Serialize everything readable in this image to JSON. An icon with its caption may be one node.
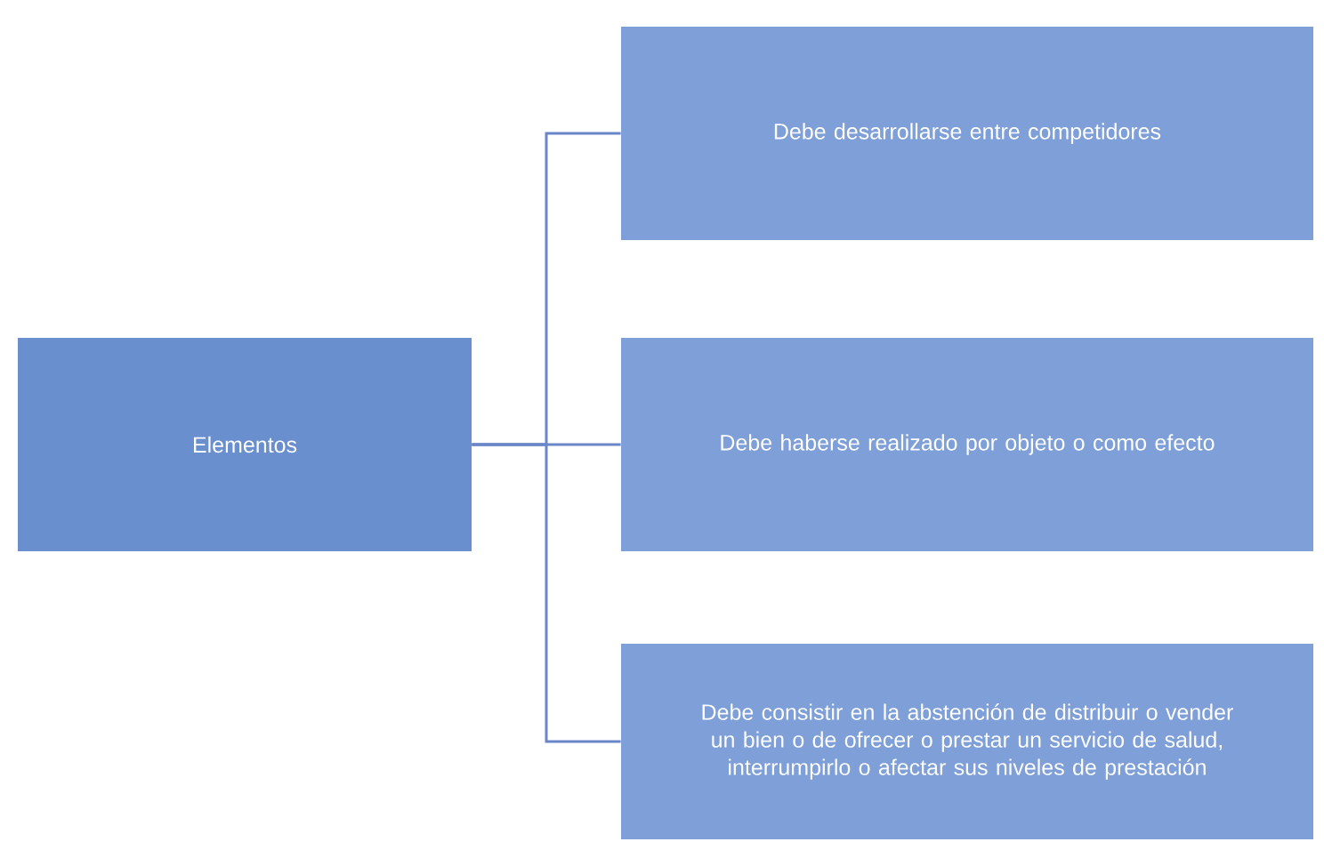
{
  "diagram": {
    "nodes": [
      {
        "text": [
          "Elementos"
        ]
      },
      {
        "text": [
          "Debe desarrollarse entre competidores"
        ]
      },
      {
        "text": [
          "Debe haberse realizado por objeto o como efecto"
        ]
      },
      {
        "text": [
          "Debe consistir en la abstención de distribuir o vender un bien o de ofrecer o prestar un servicio de salud, interrumpirlo o afectar sus niveles de prestación"
        ]
      }
    ],
    "edges": [
      {
        "from": 0,
        "to": 1,
        "arrow": "none"
      },
      {
        "from": 0,
        "to": 2,
        "arrow": "none"
      },
      {
        "from": 0,
        "to": 3,
        "arrow": "none"
      }
    ]
  }
}
